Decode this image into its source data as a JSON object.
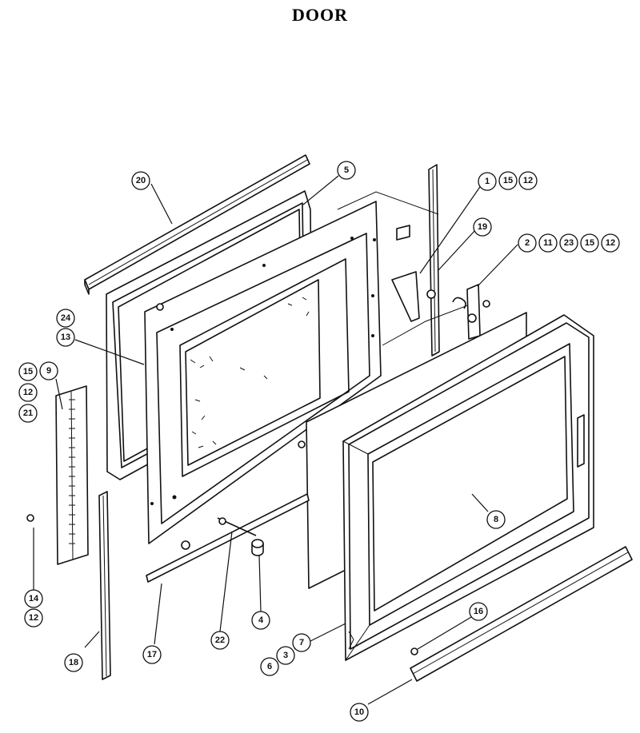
{
  "title": "DOOR",
  "callouts": {
    "c20": "20",
    "c5": "5",
    "c1": "1",
    "c15a": "15",
    "c12a": "12",
    "c19": "19",
    "c2": "2",
    "c11": "11",
    "c23": "23",
    "c15b": "15",
    "c12b": "12",
    "c24": "24",
    "c13": "13",
    "c15c": "15",
    "c9": "9",
    "c12c": "12",
    "c21": "21",
    "c14": "14",
    "c12d": "12",
    "c18": "18",
    "c17": "17",
    "c22": "22",
    "c4": "4",
    "c8": "8",
    "c7": "7",
    "c3": "3",
    "c6": "6",
    "c16": "16",
    "c10": "10"
  }
}
